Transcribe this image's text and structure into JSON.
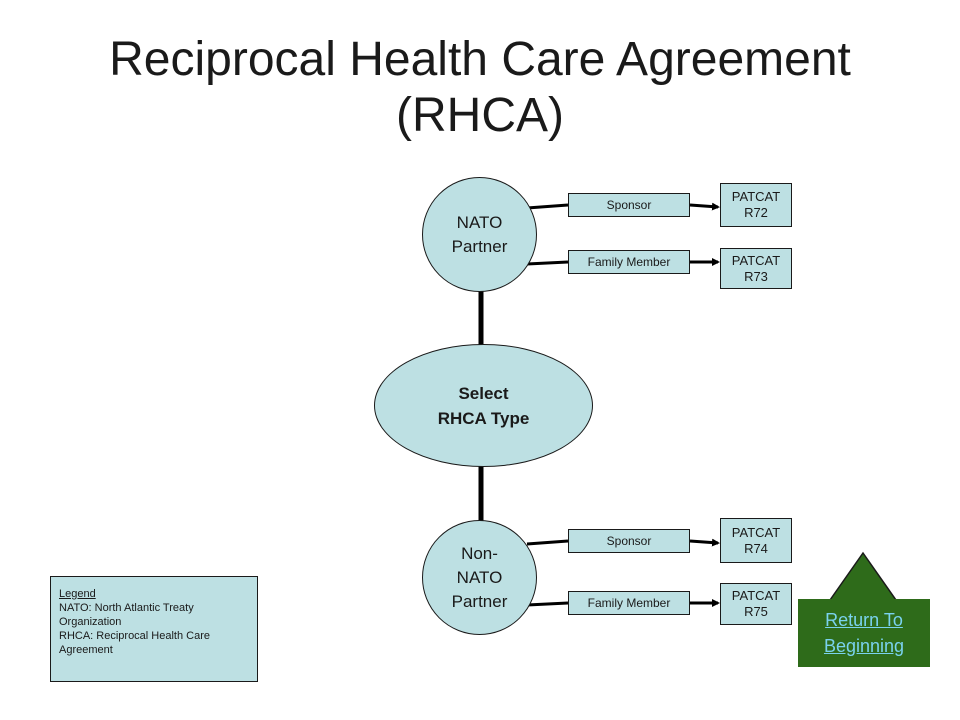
{
  "title_line1": "Reciprocal Health Care Agreement",
  "title_line2": "(RHCA)",
  "nodes": {
    "nato_line1": "NATO",
    "nato_line2": "Partner",
    "select_line1": "Select",
    "select_line2": "RHCA Type",
    "nonnato_line1": "Non-",
    "nonnato_line2": "NATO",
    "nonnato_line3": "Partner"
  },
  "nato_branches": [
    {
      "label": "Sponsor",
      "patcat_line1": "PATCAT",
      "patcat_line2": "R72"
    },
    {
      "label": "Family Member",
      "patcat_line1": "PATCAT",
      "patcat_line2": "R73"
    }
  ],
  "nonnato_branches": [
    {
      "label": "Sponsor",
      "patcat_line1": "PATCAT",
      "patcat_line2": "R74"
    },
    {
      "label": "Family Member",
      "patcat_line1": "PATCAT",
      "patcat_line2": "R75"
    }
  ],
  "legend": {
    "title": "Legend",
    "line1": "NATO: North Atlantic Treaty",
    "line2": "Organization",
    "line3": "RHCA: Reciprocal Health Care",
    "line4": "Agreement"
  },
  "return_button": {
    "line1": "Return To",
    "line2": "Beginning"
  },
  "colors": {
    "node_fill": "#bde0e3",
    "button_fill": "#2e6b1a",
    "link_text": "#7ad2ee"
  },
  "icons": {
    "return_arrow": "up-arrow-icon"
  }
}
